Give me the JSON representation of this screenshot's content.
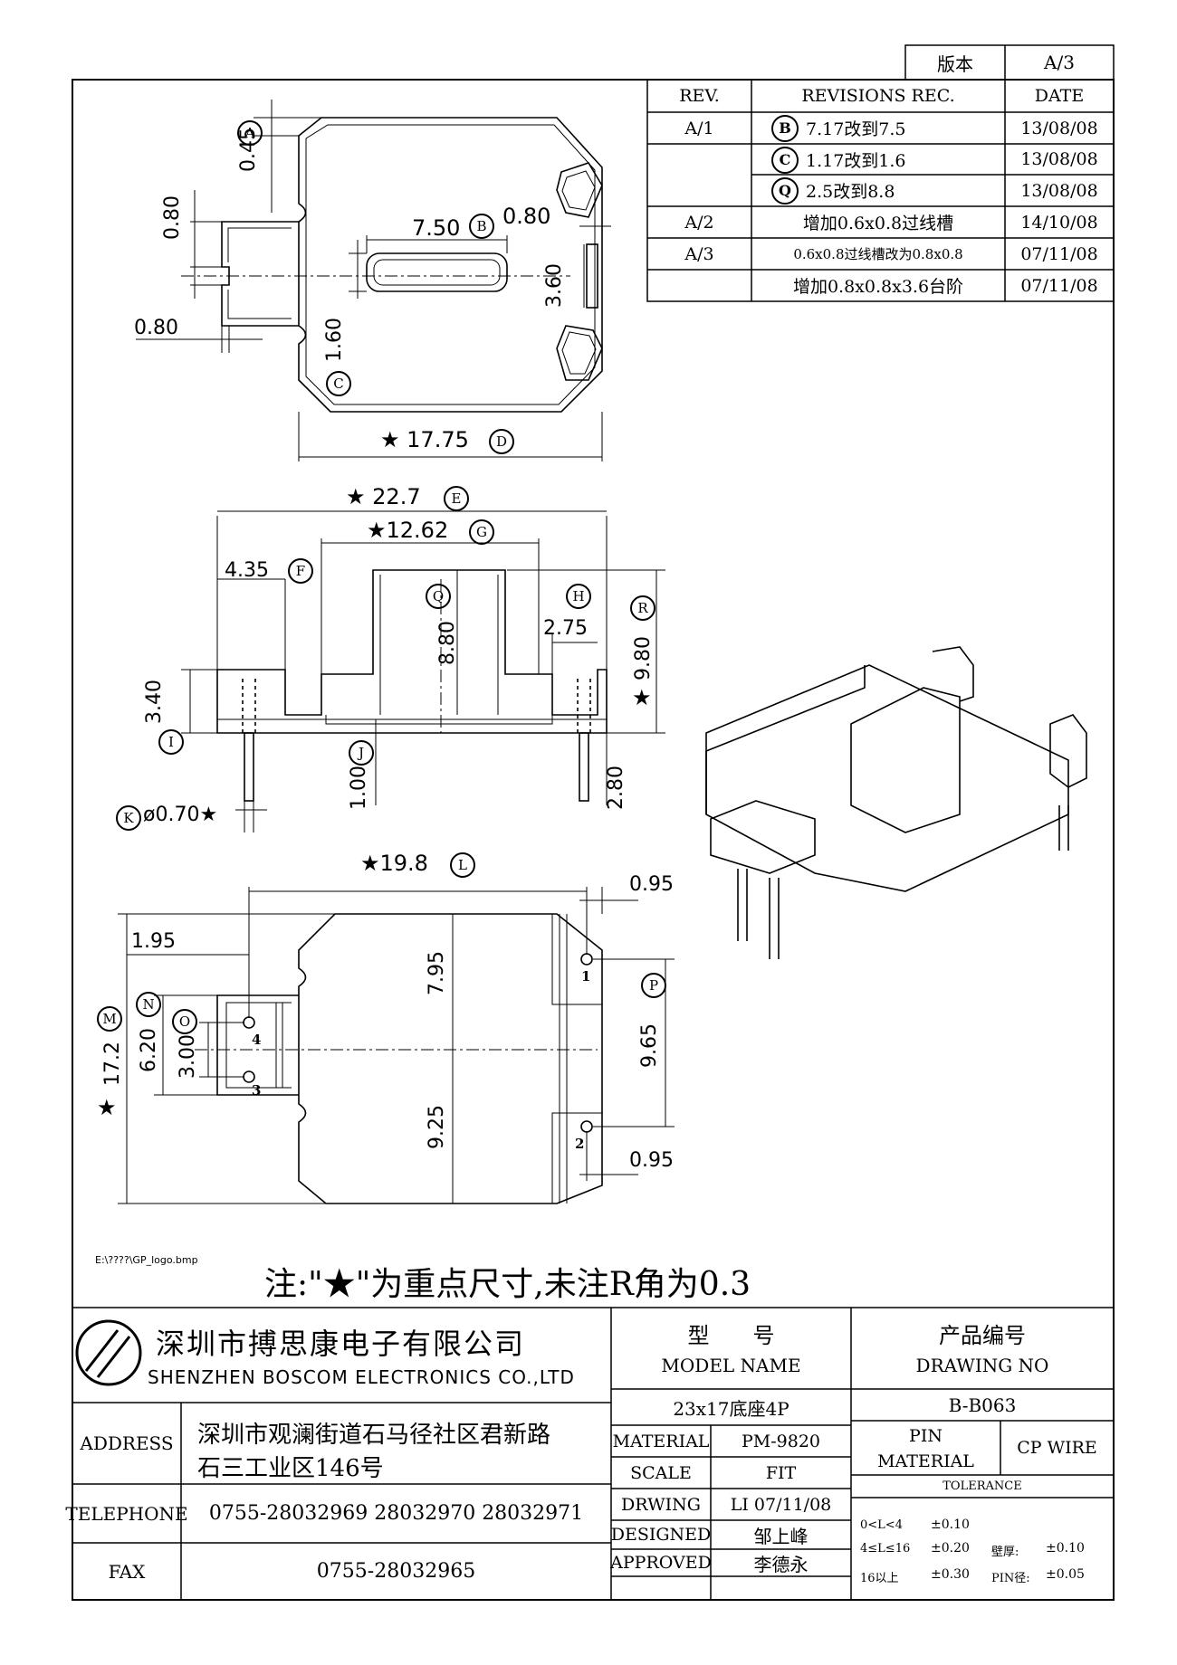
{
  "version": {
    "label": "版本",
    "value": "A/3"
  },
  "revisions": {
    "headers": {
      "rev": "REV.",
      "rec": "REVISIONS REC.",
      "date": "DATE"
    },
    "rows": [
      {
        "rev": "A/1",
        "marker": "B",
        "text": "7.17改到7.5",
        "date": "13/08/08"
      },
      {
        "rev": "",
        "marker": "C",
        "text": "1.17改到1.6",
        "date": "13/08/08"
      },
      {
        "rev": "",
        "marker": "Q",
        "text": "2.5改到8.8",
        "date": "13/08/08"
      },
      {
        "rev": "A/2",
        "marker": "",
        "text": "增加0.6x0.8过线槽",
        "date": "14/10/08"
      },
      {
        "rev": "A/3",
        "marker": "",
        "text": "0.6x0.8过线槽改为0.8x0.8",
        "date": "07/11/08"
      },
      {
        "rev": "",
        "marker": "",
        "text": "增加0.8x0.8x3.6台阶",
        "date": "07/11/08"
      }
    ]
  },
  "top_view": {
    "dim_a": "0.45",
    "dim_080_left": "0.80",
    "dim_750": "7.50",
    "dim_080_top": "0.80",
    "dim_360": "3.60",
    "dim_080_bottom": "0.80",
    "dim_160": "1.60",
    "dim_1775": "17.75",
    "markers": {
      "a": "A",
      "b": "B",
      "c": "C",
      "d": "D"
    }
  },
  "side_view": {
    "dim_227": "22.7",
    "dim_1262": "12.62",
    "dim_435": "4.35",
    "dim_275": "2.75",
    "dim_880": "8.80",
    "dim_980": "9.80",
    "dim_340": "3.40",
    "dim_100": "1.00",
    "dim_280": "2.80",
    "dim_pin": "ø0.70",
    "markers": {
      "e": "E",
      "f": "F",
      "g": "G",
      "h": "H",
      "q": "Q",
      "r": "R",
      "i": "I",
      "j": "J",
      "k": "K"
    }
  },
  "bottom_view": {
    "dim_198": "19.8",
    "dim_095_top": "0.95",
    "dim_195": "1.95",
    "dim_795": "7.95",
    "dim_172": "17.2",
    "dim_620": "6.20",
    "dim_300": "3.00",
    "dim_965": "9.65",
    "dim_925": "9.25",
    "dim_095_bottom": "0.95",
    "pins": [
      "1",
      "2",
      "3",
      "4"
    ],
    "markers": {
      "l": "L",
      "m": "M",
      "n": "N",
      "o": "O",
      "p": "P"
    }
  },
  "logo_path": "E:\\????\\GP_logo.bmp",
  "note": "注:\"★\"为重点尺寸,未注R角为0.3",
  "star": "★",
  "title_block": {
    "company_cn": "深圳市搏思康电子有限公司",
    "company_en": "SHENZHEN BOSCOM ELECTRONICS CO.,LTD",
    "address_label": "ADDRESS",
    "address_line1": "深圳市观澜街道石马径社区君新路",
    "address_line2": "石三工业区146号",
    "telephone_label": "TELEPHONE",
    "telephone": "0755-28032969 28032970 28032971",
    "fax_label": "FAX",
    "fax": "0755-28032965",
    "model_label_cn": "型　　号",
    "model_label_en": "MODEL NAME",
    "model_value": "23x17底座4P",
    "drawing_label_cn": "产品编号",
    "drawing_label_en": "DRAWING NO",
    "drawing_value": "B-B063",
    "material_label": "MATERIAL",
    "material_value": "PM-9820",
    "pin_material_label_1": "PIN",
    "pin_material_label_2": "MATERIAL",
    "pin_material_value": "CP WIRE",
    "scale_label": "SCALE",
    "scale_value": "FIT",
    "drwing_label": "DRWING",
    "drwing_value": "LI 07/11/08",
    "designed_label": "DESIGNED",
    "designed_value": "邹上峰",
    "approved_label": "APPROVED",
    "approved_value": "李德永",
    "tolerance_label": "TOLERANCE",
    "tol_row1_range": "0<L<4",
    "tol_row1_val": "±0.10",
    "tol_row2_range": "4≤L≤16",
    "tol_row2_val": "±0.20",
    "tol_row2_wall": "壁厚:",
    "tol_row2_wall_val": "±0.10",
    "tol_row3_range": "16以上",
    "tol_row3_val": "±0.30",
    "tol_row3_pin": "PIN径:",
    "tol_row3_pin_val": "±0.05"
  }
}
